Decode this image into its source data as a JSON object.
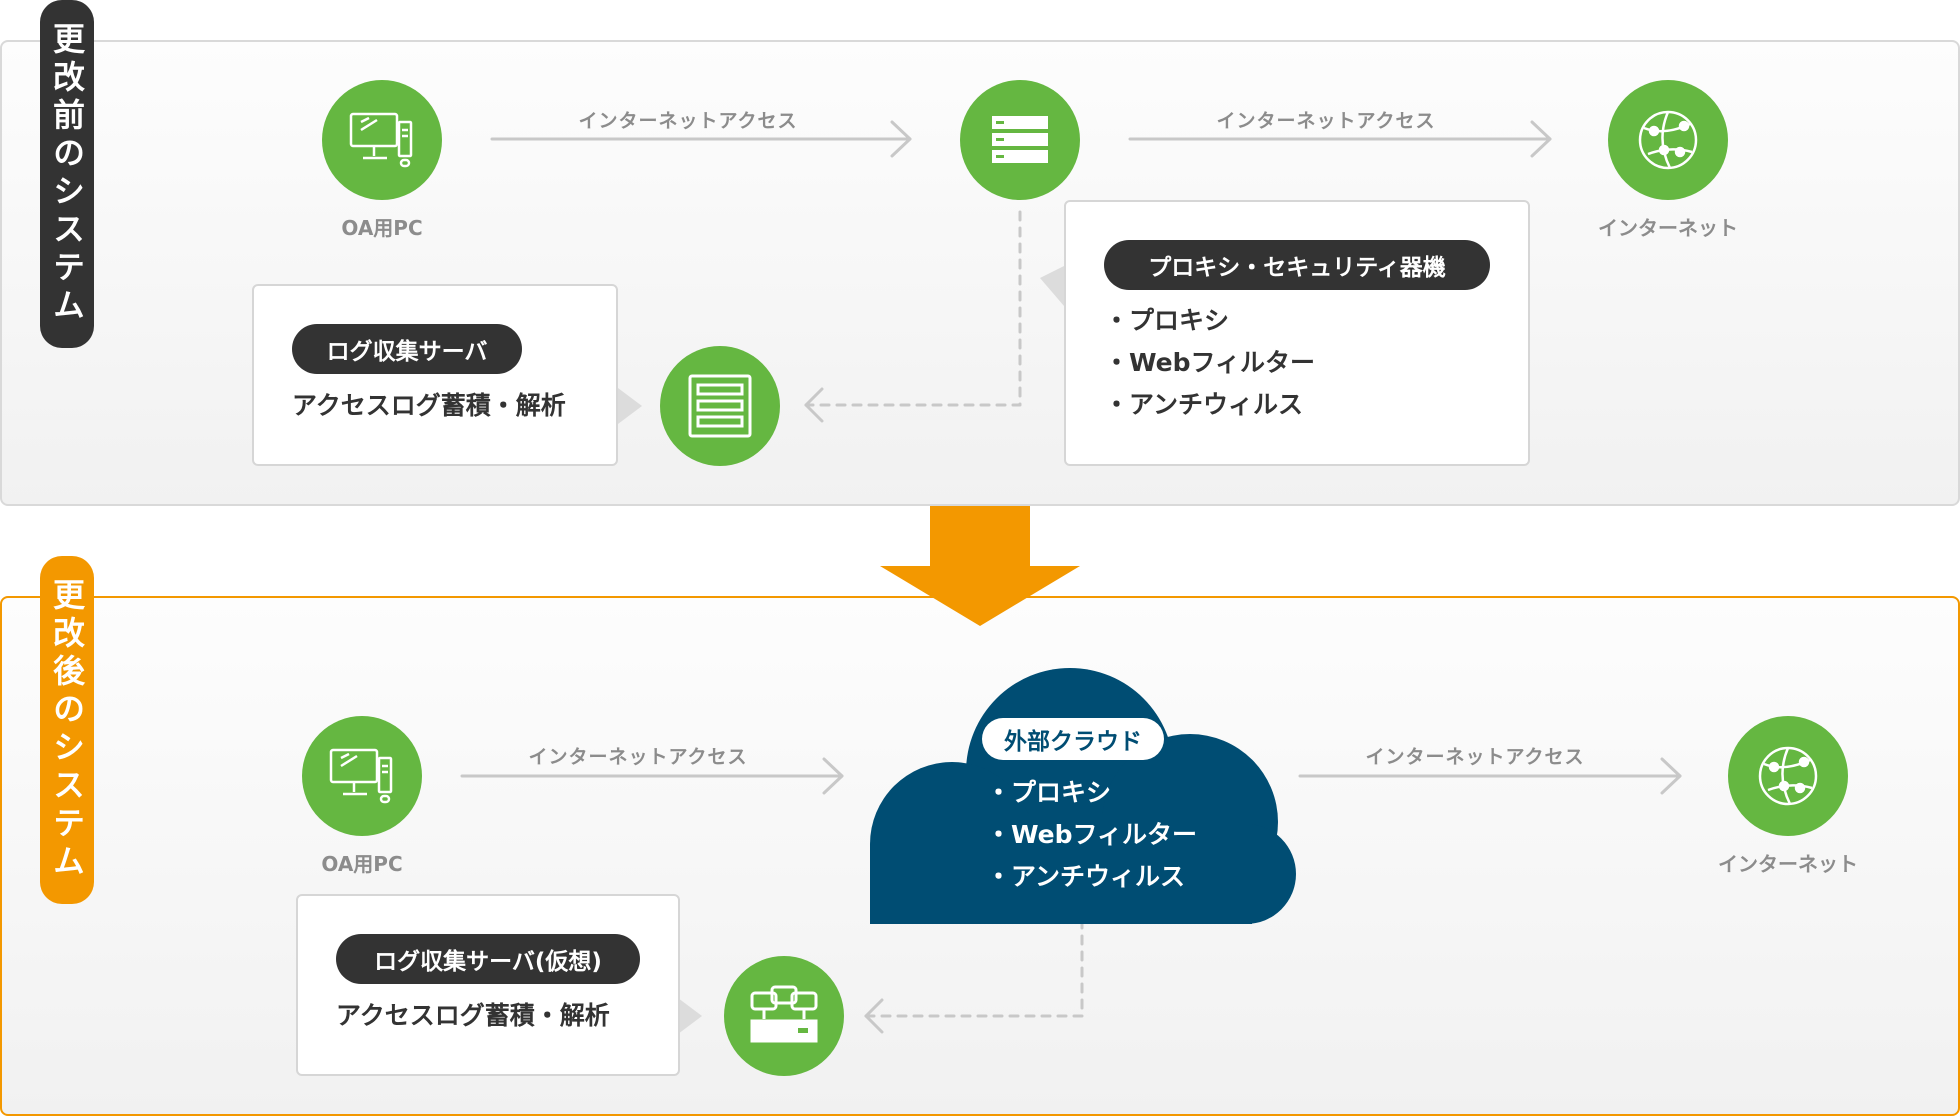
{
  "before": {
    "title": "更改前のシステム",
    "pc_label": "OA用PC",
    "edge_pc_proxy": "インターネットアクセス",
    "edge_proxy_internet": "インターネットアクセス",
    "internet_label": "インターネット",
    "log_server": {
      "pill": "ログ収集サーバ",
      "text": "アクセスログ蓄積・解析"
    },
    "proxy_box": {
      "pill": "プロキシ・セキュリティ器機",
      "items": [
        "・プロキシ",
        "・Webフィルター",
        "・アンチウィルス"
      ]
    }
  },
  "after": {
    "title": "更改後のシステム",
    "pc_label": "OA用PC",
    "edge_pc_cloud": "インターネットアクセス",
    "edge_cloud_internet": "インターネットアクセス",
    "internet_label": "インターネット",
    "cloud": {
      "pill": "外部クラウド",
      "items": [
        "・プロキシ",
        "・Webフィルター",
        "・アンチウィルス"
      ]
    },
    "log_server": {
      "pill": "ログ収集サーバ(仮想)",
      "text": "アクセスログ蓄積・解析"
    }
  },
  "colors": {
    "green": "#65b741",
    "orange": "#f39800",
    "dark": "#333333",
    "cloud": "#004d73",
    "arrow": "#c8c8c8"
  },
  "icons": [
    "desktop-pc-icon",
    "server-rack-icon",
    "globe-network-icon",
    "server-cabinet-icon",
    "virtual-server-icon",
    "down-arrow-icon"
  ]
}
